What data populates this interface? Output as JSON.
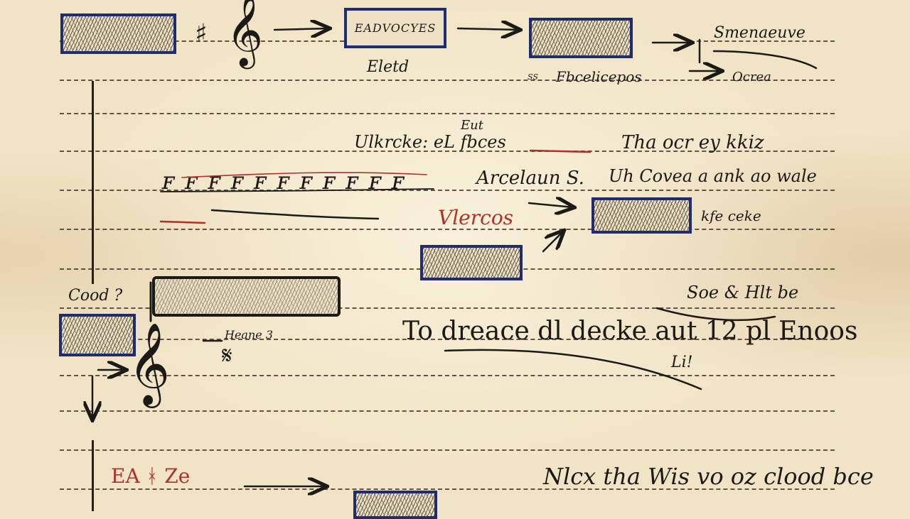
{
  "diagram": {
    "boxes": {
      "b1": "",
      "b2": "EADVOCYES",
      "b3": "",
      "b4": "",
      "b5": "",
      "b6": "",
      "b7": ""
    },
    "annotations": {
      "t_under_b2": "Eletd",
      "t_under_b3": "Fbcelicepos",
      "t_under_b3_prefix": "SS",
      "t_top_right": "Smenaeuve",
      "t_right_small": "Ocrea",
      "t_mid_left": "Ulkrcke: eL fbces",
      "t_mid_left_sup": "Eut",
      "t_notes_row": "ꜰ ꜰ ꜰ ꜰ ꜰ ꜰ ꜰ ꜰ ꜰ ꜰ ꜰ",
      "t_mid_center": "Arcelaun S.",
      "t_red_mid": "Vlercos",
      "t_right_1": "Tha ocr ey kkiz",
      "t_right_2": "Uh Covea a ank ao wale",
      "t_right_3": "kfe ceke",
      "t_left_label": "Cood ?",
      "t_small_mid": "Heane 3",
      "t_right_4": "Soe & Hlt be",
      "t_big_sentence": "To dreace dl decke aut 12 pl Enoos",
      "t_sentence_sub": "Li!",
      "t_red_bottom": "EA ᚼ Ze",
      "t_bottom_right": "Nlcx tha Wis vo oz clood bce"
    },
    "icons": [
      "treble-clef-icon",
      "sharp-icon",
      "arrow-icon"
    ]
  }
}
